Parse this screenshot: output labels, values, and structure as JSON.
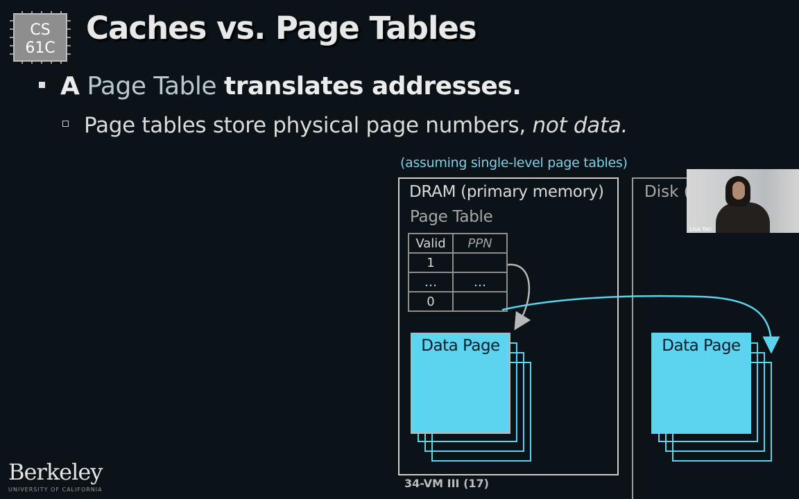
{
  "logo": {
    "line1": "CS",
    "line2": "61C"
  },
  "title": "Caches vs. Page Tables",
  "bullet1": {
    "prefix": "A",
    "accent": "Page Table",
    "bold": "translates addresses."
  },
  "bullet2": {
    "text": "Page tables store physical page numbers,",
    "emphasis": "not data."
  },
  "note": "(assuming single-level page tables)",
  "dram": {
    "label": "DRAM (primary memory)",
    "page_table_label": "Page Table",
    "table": {
      "headers": [
        "Valid",
        "PPN"
      ],
      "rows": [
        [
          "1",
          ""
        ],
        [
          "…",
          "…"
        ],
        [
          "0",
          ""
        ]
      ]
    },
    "data_page_label": "Data Page"
  },
  "disk": {
    "label": "Disk (s",
    "data_page_label": "Data Page"
  },
  "footer": {
    "lecture": "34-VM III",
    "page": "(17)"
  },
  "berkeley": {
    "wordmark": "Berkeley",
    "sub": "UNIVERSITY OF CALIFORNIA"
  },
  "webcam": {
    "name": "Lisa Yan"
  },
  "colors": {
    "background": "#0b1319",
    "accent_cyan": "#5cd3ef",
    "note_cyan": "#7ed1e6",
    "text": "#e8e8e8"
  }
}
